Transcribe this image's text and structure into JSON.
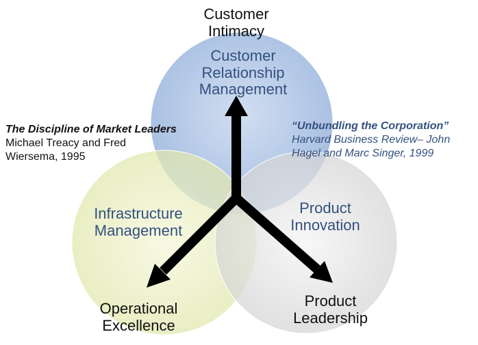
{
  "labels": {
    "top_outer": [
      "Customer",
      "Intimacy"
    ],
    "top_inner": [
      "Customer",
      "Relationship",
      "Management"
    ],
    "left_inner": [
      "Infrastructure",
      "Management"
    ],
    "right_inner": [
      "Product",
      "Innovation"
    ],
    "bottom_left_outer": [
      "Operational",
      "Excellence"
    ],
    "bottom_right_outer": [
      "Product",
      "Leadership"
    ]
  },
  "citations": {
    "left": {
      "title": "The Discipline of Market Leaders",
      "lines": [
        "Michael Treacy and Fred",
        "Wiersema, 1995"
      ]
    },
    "right": {
      "title": "“Unbundling the Corporation”",
      "lines": [
        "Harvard Business Review– John",
        "Hagel and Marc Singer, 1999"
      ]
    }
  },
  "colors": {
    "top_circle": "#9fb9df",
    "left_circle": "#e7ecb4",
    "right_circle": "#dcdcdc",
    "arrow": "#000000",
    "accent_text": "#33507f"
  }
}
